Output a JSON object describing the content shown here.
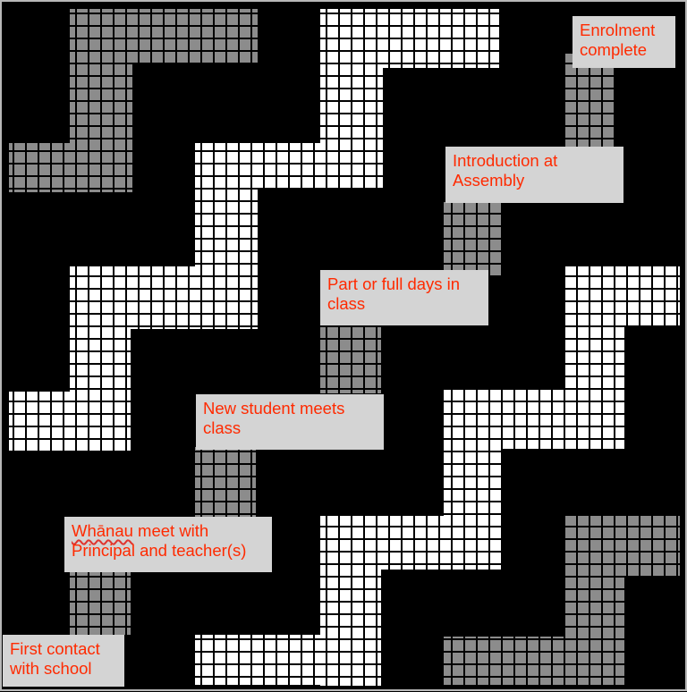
{
  "diagram": {
    "colors": {
      "background": "#000000",
      "dim_grid": "#8c8c8c",
      "bright_grid": "#ffffff",
      "grid_line": "#000000",
      "label_box": "#d4d4d4",
      "label_text": "#ff2a00",
      "frame": "#b8b8b8"
    },
    "steps": [
      {
        "id": "first-contact",
        "lines": [
          "First contact",
          "with school"
        ]
      },
      {
        "id": "whanau-meet",
        "lines": [
          "Whānau meet with",
          "Principal and teacher(s)"
        ],
        "spellcheck_word": "Whānau"
      },
      {
        "id": "new-student-meets",
        "lines": [
          "New student meets",
          "class"
        ]
      },
      {
        "id": "part-full-days",
        "lines": [
          "Part or full days in",
          "class"
        ]
      },
      {
        "id": "introduction-assembly",
        "lines": [
          "Introduction at",
          "Assembly"
        ]
      },
      {
        "id": "enrolment-complete",
        "lines": [
          "Enrolment",
          "complete"
        ]
      }
    ]
  }
}
